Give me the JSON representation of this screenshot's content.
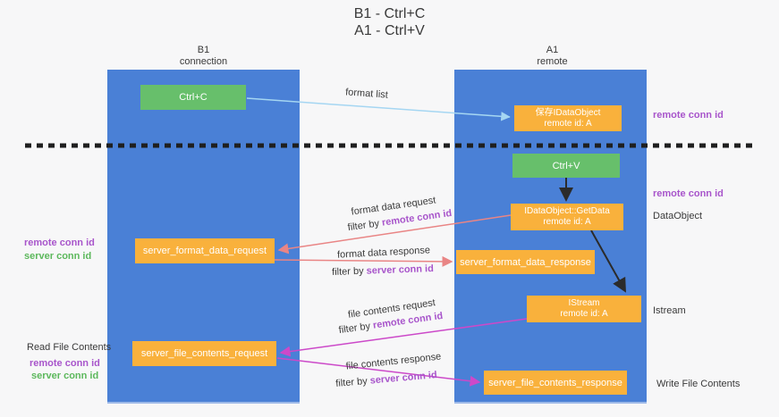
{
  "title": {
    "line1": "B1 - Ctrl+C",
    "line2": "A1 - Ctrl+V"
  },
  "lanes": {
    "left": {
      "title": "B1",
      "subtitle": "connection"
    },
    "right": {
      "title": "A1",
      "subtitle": "remote"
    }
  },
  "nodes": {
    "ctrl_c": {
      "label": "Ctrl+C"
    },
    "save_dataobject": {
      "line1": "保存IDataObject",
      "line2": "remote id: A"
    },
    "ctrl_v": {
      "label": "Ctrl+V"
    },
    "getdata": {
      "line1": "IDataObject::GetData",
      "line2": "remote id: A"
    },
    "format_request": {
      "label": "server_format_data_request"
    },
    "format_response": {
      "label": "server_format_data_response"
    },
    "istream": {
      "line1": "IStream",
      "line2": "remote id: A"
    },
    "file_request": {
      "label": "server_file_contents_request"
    },
    "file_response": {
      "label": "server_file_contents_response"
    }
  },
  "edges": {
    "format_list": {
      "label": "format list"
    },
    "format_data_request": {
      "label": "format data request",
      "filter_prefix": "filter by ",
      "filter_id": "remote conn id"
    },
    "format_data_response": {
      "label": "format data response",
      "filter_prefix": "filter by ",
      "filter_id": "server conn id"
    },
    "file_contents_request": {
      "label": "file contents request",
      "filter_prefix": "filter by ",
      "filter_id": "remote conn id"
    },
    "file_contents_response": {
      "label": "file contents response",
      "filter_prefix": "filter by ",
      "filter_id": "server conn id"
    }
  },
  "annotations": {
    "right_top_conn_id": "remote conn id",
    "right_mid_conn_id": "remote conn id",
    "dataobject": "DataObject",
    "istream": "Istream",
    "write_file_contents": "Write File Contents",
    "left_remote_conn_id": "remote conn id",
    "left_server_conn_id": "server conn id",
    "read_file_contents": "Read File Contents",
    "left_remote_conn_id_2": "remote conn id",
    "left_server_conn_id_2": "server conn id"
  },
  "colors": {
    "lane_blue": "#4a80d6",
    "green_box": "#67bf6b",
    "orange_box": "#f9b13c",
    "purple_text": "#a855cb",
    "green_text": "#5cb85c",
    "salmon_arrow": "#e98585",
    "magenta_arrow": "#cc49c9",
    "light_blue_arrow": "#a5d6f2",
    "black_arrow": "#2b2b2b"
  }
}
